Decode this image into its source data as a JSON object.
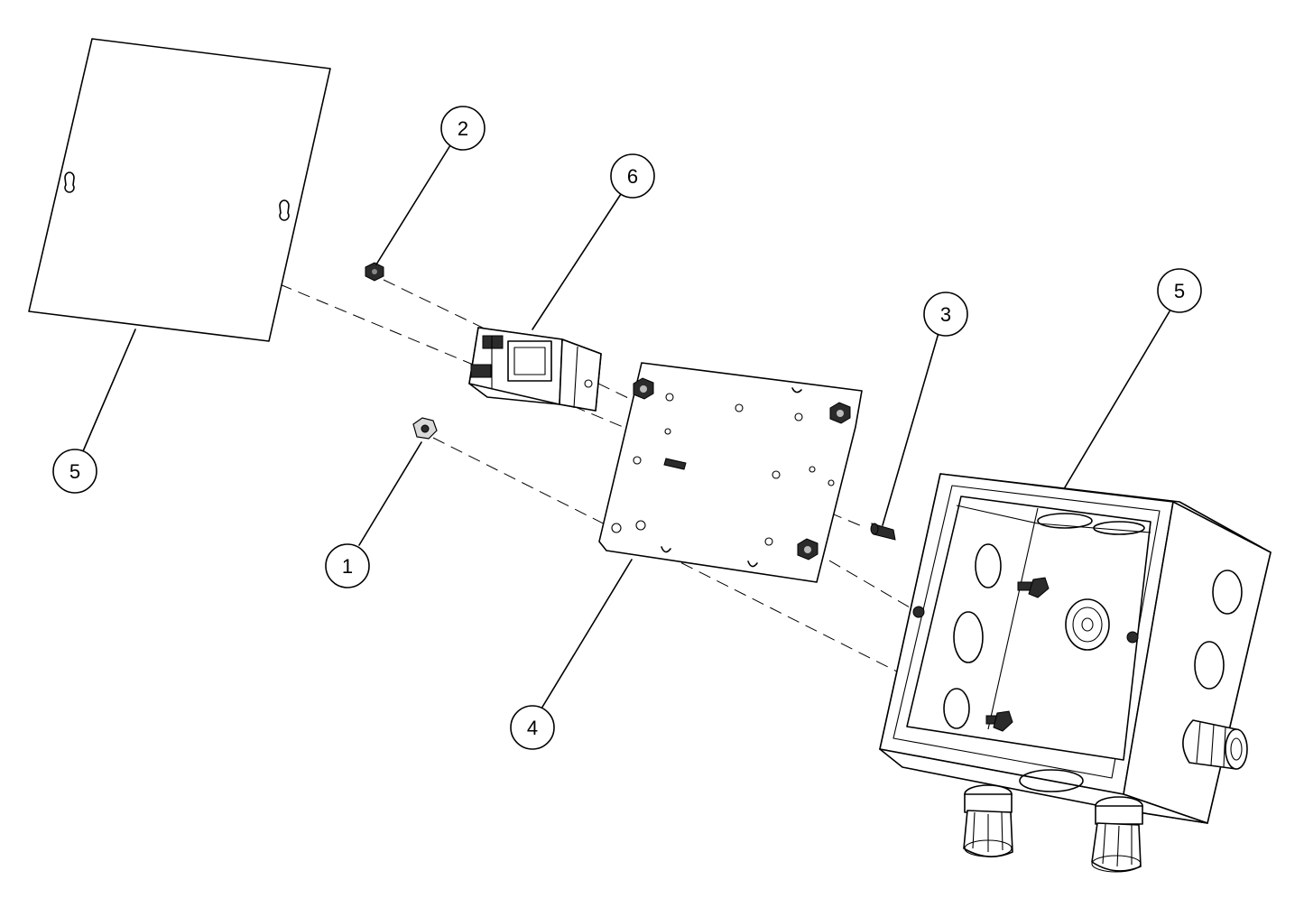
{
  "callouts": [
    {
      "id": "c1",
      "label": "1"
    },
    {
      "id": "c2",
      "label": "2"
    },
    {
      "id": "c3",
      "label": "3"
    },
    {
      "id": "c4",
      "label": "4"
    },
    {
      "id": "c5a",
      "label": "5"
    },
    {
      "id": "c5b",
      "label": "5"
    },
    {
      "id": "c6",
      "label": "6"
    }
  ],
  "colors": {
    "line": "#000000",
    "background": "#ffffff",
    "shade": "#d9d9d9"
  }
}
